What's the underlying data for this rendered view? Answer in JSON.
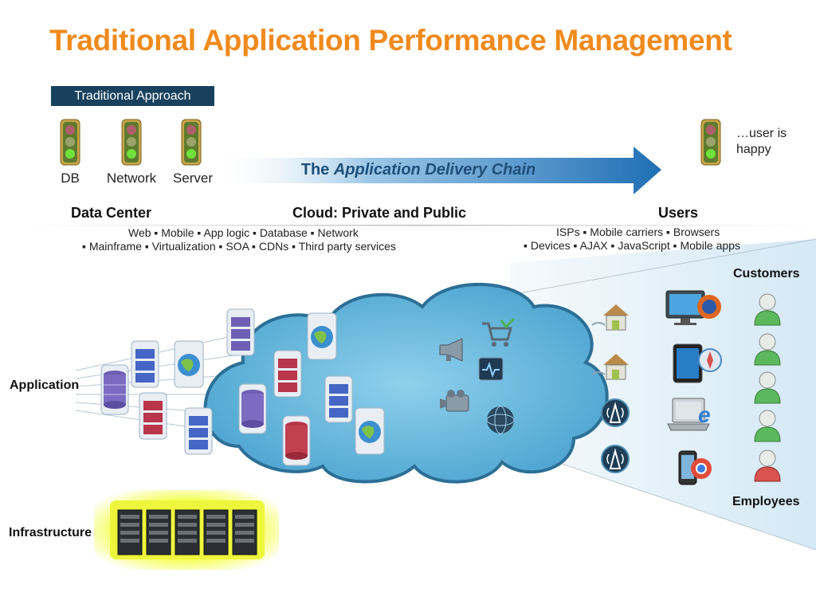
{
  "title": "Traditional Application Performance Management",
  "approach_label": "Traditional Approach",
  "traffic_lights": [
    {
      "label": "DB"
    },
    {
      "label": "Network"
    },
    {
      "label": "Server"
    }
  ],
  "happy_label": "…user is happy",
  "chain": {
    "prefix": "The ",
    "emphasis": "Application Delivery Chain"
  },
  "sections": {
    "data_center": "Data Center",
    "cloud": "Cloud:  Private and Public",
    "users": "Users"
  },
  "cloud_items_line1": "Web  ▪  Mobile  ▪  App logic  ▪  Database   ▪  Network",
  "cloud_items_line2": "▪  Mainframe   ▪  Virtualization  ▪  SOA  ▪  CDNs  ▪  Third party services",
  "users_items_line1": "ISPs  ▪  Mobile carriers  ▪  Browsers",
  "users_items_line2": "▪  Devices  ▪  AJAX  ▪  JavaScript  ▪  Mobile apps",
  "labels": {
    "application": "Application",
    "infrastructure": "Infrastructure",
    "customers": "Customers",
    "employees": "Employees"
  },
  "colors": {
    "title": "#f08a1c",
    "approach_bg": "#17415d",
    "arrow": "#2a7fc1",
    "cloud": "#79c3e3",
    "user_green": "#5cb85c",
    "user_red": "#d9534f"
  }
}
